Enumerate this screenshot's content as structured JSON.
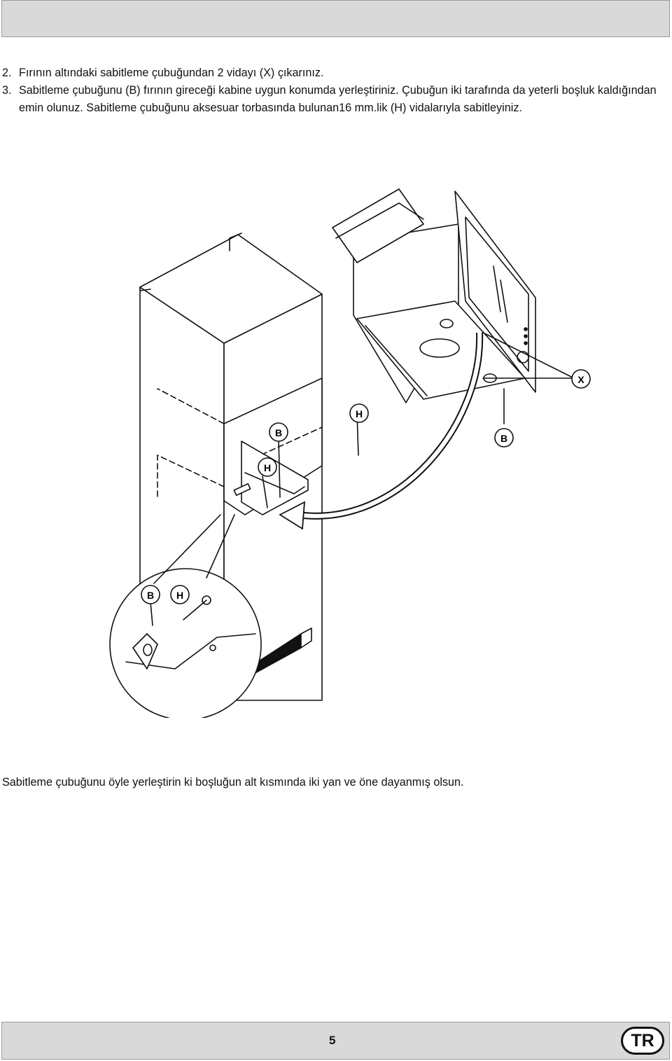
{
  "steps": [
    {
      "number": "2.",
      "text": "Fırının altındaki sabitleme çubuğundan 2 vidayı (X) çıkarınız."
    },
    {
      "number": "3.",
      "text": "Sabitleme çubuğunu (B) fırının gireceği kabine uygun konumda yerleştiriniz. Çubuğun iki tarafında da yeterli boşluk kaldığından emin olunuz. Sabitleme çubuğunu aksesuar torbasında bulunan16 mm.lik (H) vidalarıyla sabitleyiniz."
    }
  ],
  "figure": {
    "labels": {
      "x": "X",
      "h_top": "H",
      "b_top": "B",
      "b_right": "B",
      "h_mid": "H",
      "b_zoom": "B",
      "h_zoom": "H"
    }
  },
  "note": "Sabitleme çubuğunu öyle yerleştirin ki boşluğun alt kısmında iki yan ve öne dayanmış olsun.",
  "footer": {
    "page_number": "5",
    "language": "TR"
  }
}
